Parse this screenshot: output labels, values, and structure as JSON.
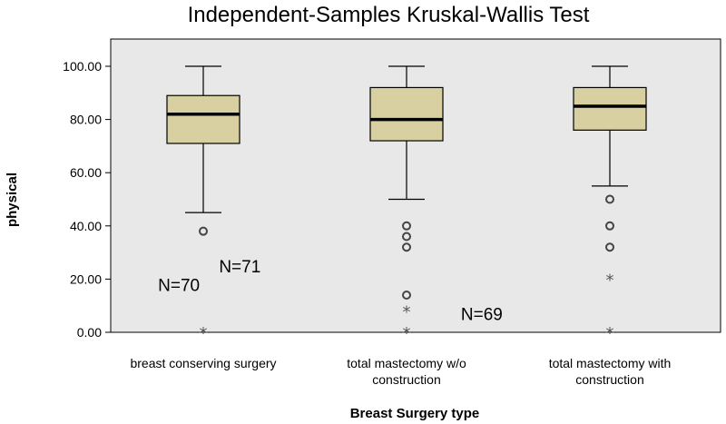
{
  "chart_data": {
    "type": "boxplot",
    "title": "Independent-Samples Kruskal-Wallis Test",
    "xlabel": "Breast Surgery type",
    "ylabel": "physical",
    "ylim": [
      0,
      110
    ],
    "yticks": [
      "0.00",
      "20.00",
      "40.00",
      "60.00",
      "80.00",
      "100.00"
    ],
    "ytick_values": [
      0,
      20,
      40,
      60,
      80,
      100
    ],
    "grid": false,
    "colors": {
      "plot_bg": "#e8e8e8",
      "box_fill": "#d8d0a0",
      "stroke": "#000000",
      "star": "#555555"
    },
    "categories": [
      "breast conserving surgery",
      "total mastectomy w/o construction",
      "total mastectomy with construction"
    ],
    "category_lines": [
      [
        "breast conserving surgery"
      ],
      [
        "total mastectomy w/o",
        "construction"
      ],
      [
        "total mastectomy with",
        "construction"
      ]
    ],
    "groups": [
      {
        "n_label": "N=70",
        "n_value": 18,
        "n_offset": -0.12,
        "whisker_low": 45,
        "q1": 71,
        "median": 82,
        "q3": 89,
        "whisker_high": 100,
        "outliers": [
          38
        ],
        "extremes": [
          0
        ]
      },
      {
        "n_label": "N=71",
        "n_value": 25,
        "n_offset": -0.82,
        "whisker_low": 50,
        "q1": 72,
        "median": 80,
        "q3": 92,
        "whisker_high": 100,
        "outliers": [
          40,
          36,
          32,
          14
        ],
        "extremes": [
          8,
          0
        ]
      },
      {
        "n_label": "N=69",
        "n_value": 7,
        "n_offset": -0.63,
        "whisker_low": 55,
        "q1": 76,
        "median": 85,
        "q3": 92,
        "whisker_high": 100,
        "outliers": [
          50,
          40,
          32
        ],
        "extremes": [
          20,
          0
        ]
      }
    ]
  }
}
